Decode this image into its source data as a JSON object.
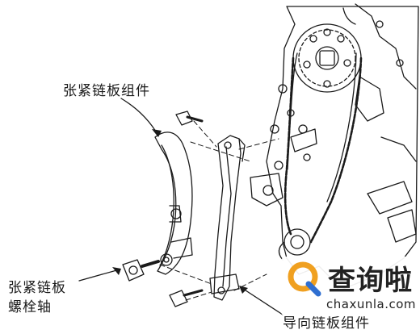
{
  "labels": {
    "tensioner_arm": "张紧链板组件",
    "tensioner_bolt_line1": "张紧链板",
    "tensioner_bolt_line2": "螺栓轴",
    "guide_arm": "导向链板组件"
  },
  "watermark": {
    "name": "查询啦",
    "domain": "chaxunla.com",
    "colors": {
      "ring": "#f0a020",
      "tail": "#2f6fd1",
      "text": "#222222"
    }
  },
  "colors": {
    "line": "#1a1a1a",
    "background": "#ffffff"
  }
}
